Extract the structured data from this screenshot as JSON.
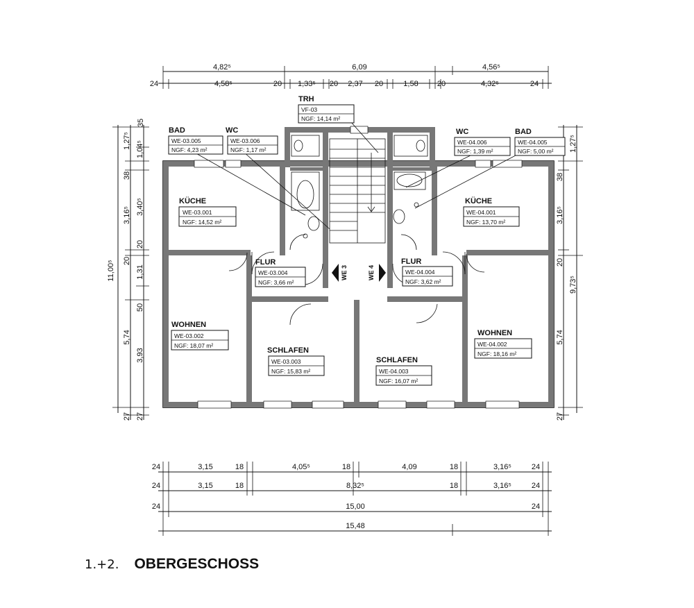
{
  "dims": {
    "top_row1": [
      "4,82⁵",
      "6,09",
      "4,56⁵"
    ],
    "top_row2": [
      "24",
      "4,58⁵",
      "20",
      "1,33⁵",
      "20",
      "2,37",
      "20",
      "1,58",
      "20",
      "4,32⁵",
      "24"
    ],
    "left_outer": "11,00⁵",
    "left_inner": [
      "35",
      "1,27⁵",
      "1,04⁵",
      "38",
      "3,16⁵",
      "3,40⁵",
      "20",
      "20",
      "1,31",
      "50",
      "5,74",
      "3,93",
      "27",
      "27"
    ],
    "right_outer": [
      "1,27⁵",
      "38",
      "3,16⁵",
      "20",
      "9,73⁵",
      "5,74",
      "27"
    ],
    "bottom_row1": [
      "24",
      "3,15",
      "18",
      "4,05⁵",
      "18",
      "4,09",
      "18",
      "3,16⁵",
      "24"
    ],
    "bottom_row2": [
      "24",
      "3,15",
      "18",
      "8,32⁵",
      "18",
      "3,16⁵",
      "24"
    ],
    "bottom_row3": [
      "24",
      "15,00",
      "24"
    ],
    "bottom_row4": "15,48"
  },
  "rooms": {
    "bad_l": {
      "name": "BAD",
      "id": "WE-03.005",
      "ngf": "NGF: 4,23 m²"
    },
    "wc_l": {
      "name": "WC",
      "id": "WE-03.006",
      "ngf": "NGF: 1,17 m²"
    },
    "trh": {
      "name": "TRH",
      "id": "VF-03",
      "ngf": "NGF: 14,14 m²"
    },
    "wc_r": {
      "name": "WC",
      "id": "WE-04.006",
      "ngf": "NGF: 1,39 m²"
    },
    "bad_r": {
      "name": "BAD",
      "id": "WE-04.005",
      "ngf": "NGF: 5,00 m²"
    },
    "kueche_l": {
      "name": "KÜCHE",
      "id": "WE-03.001",
      "ngf": "NGF: 14,52 m²"
    },
    "kueche_r": {
      "name": "KÜCHE",
      "id": "WE-04.001",
      "ngf": "NGF: 13,70 m²"
    },
    "flur_l": {
      "name": "FLUR",
      "id": "WE-03.004",
      "ngf": "NGF: 3,66 m²"
    },
    "flur_r": {
      "name": "FLUR",
      "id": "WE-04.004",
      "ngf": "NGF: 3,62 m²"
    },
    "wohnen_l": {
      "name": "WOHNEN",
      "id": "WE-03.002",
      "ngf": "NGF: 18,07 m²"
    },
    "wohnen_r": {
      "name": "WOHNEN",
      "id": "WE-04.002",
      "ngf": "NGF: 18,16 m²"
    },
    "schlafen_l": {
      "name": "SCHLAFEN",
      "id": "WE-03.003",
      "ngf": "NGF: 15,83 m²"
    },
    "schlafen_r": {
      "name": "SCHLAFEN",
      "id": "WE-04.003",
      "ngf": "NGF: 16,07 m²"
    }
  },
  "entrances": {
    "left": "WE 3",
    "right": "WE 4"
  },
  "footer": {
    "floor_number": "1.+2.",
    "floor_title": "OBERGESCHOSS"
  }
}
